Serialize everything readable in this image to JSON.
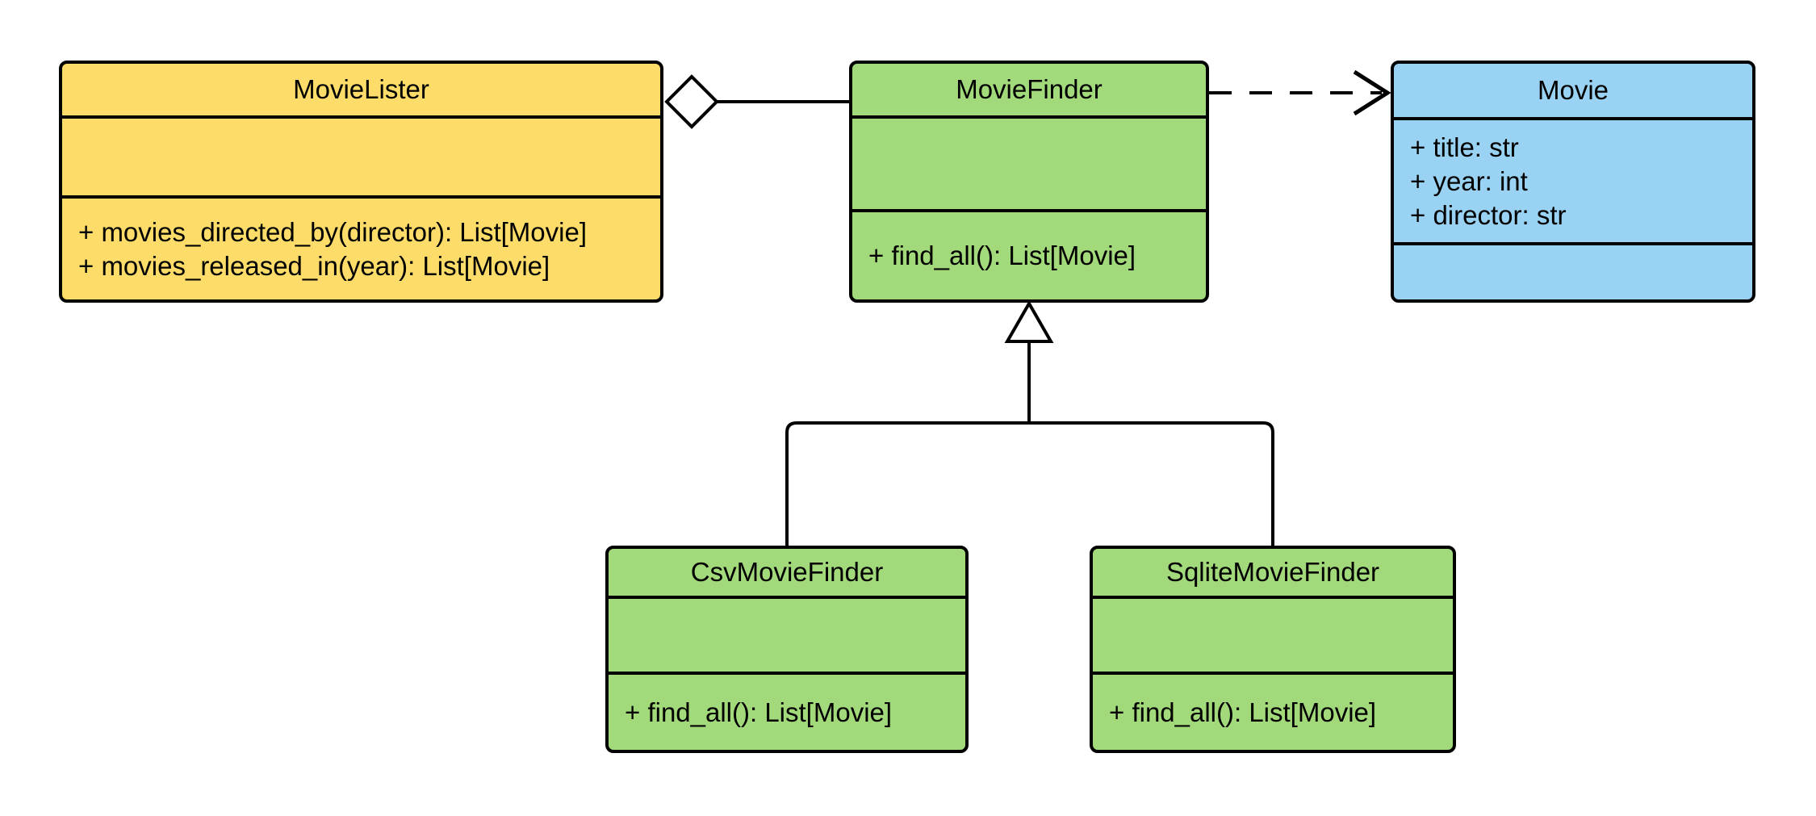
{
  "diagram": {
    "kind": "uml-class-diagram",
    "background_color": "#ffffff",
    "line_color": "#000000",
    "classes": [
      {
        "name": "MovieLister",
        "fill": "#FDDC69",
        "attributes": [],
        "methods": [
          "+ movies_directed_by(director): List[Movie]",
          "+ movies_released_in(year): List[Movie]"
        ]
      },
      {
        "name": "MovieFinder",
        "fill": "#A2D97A",
        "attributes": [],
        "methods": [
          "+ find_all(): List[Movie]"
        ]
      },
      {
        "name": "Movie",
        "fill": "#99D2F2",
        "attributes": [
          "+ title: str",
          "+ year: int",
          "+ director: str"
        ],
        "methods": []
      },
      {
        "name": "CsvMovieFinder",
        "fill": "#A2D97A",
        "attributes": [],
        "methods": [
          "+ find_all(): List[Movie]"
        ]
      },
      {
        "name": "SqliteMovieFinder",
        "fill": "#A2D97A",
        "attributes": [],
        "methods": [
          "+ find_all(): List[Movie]"
        ]
      }
    ],
    "relationships": [
      {
        "type": "aggregation",
        "from": "MovieLister",
        "to": "MovieFinder",
        "line": "solid",
        "marker": "hollow-diamond"
      },
      {
        "type": "dependency",
        "from": "MovieFinder",
        "to": "Movie",
        "line": "dashed",
        "marker": "open-arrow"
      },
      {
        "type": "generalization",
        "from": "CsvMovieFinder",
        "to": "MovieFinder",
        "line": "solid",
        "marker": "hollow-triangle"
      },
      {
        "type": "generalization",
        "from": "SqliteMovieFinder",
        "to": "MovieFinder",
        "line": "solid",
        "marker": "hollow-triangle"
      }
    ]
  }
}
